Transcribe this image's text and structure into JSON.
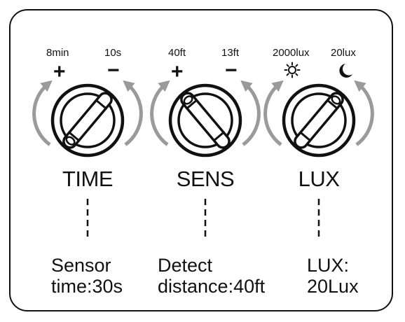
{
  "knobs": [
    {
      "title": "TIME",
      "min_label": "8min",
      "max_label": "10s",
      "left_sign": "+",
      "right_sign": "−",
      "description_line1": "Sensor",
      "description_line2": "time:30s",
      "value": "30s"
    },
    {
      "title": "SENS",
      "min_label": "40ft",
      "max_label": "13ft",
      "left_sign": "+",
      "right_sign": "−",
      "description_line1": "Detect",
      "description_line2": "distance:40ft",
      "value": "40ft"
    },
    {
      "title": "LUX",
      "min_label": "2000lux",
      "max_label": "20lux",
      "left_icon": "sun-icon",
      "right_icon": "moon-icon",
      "description_line1": "LUX:",
      "description_line2": "20Lux",
      "value": "20Lux"
    }
  ],
  "colors": {
    "ink": "#111111",
    "arrow": "#9a9a9a"
  }
}
